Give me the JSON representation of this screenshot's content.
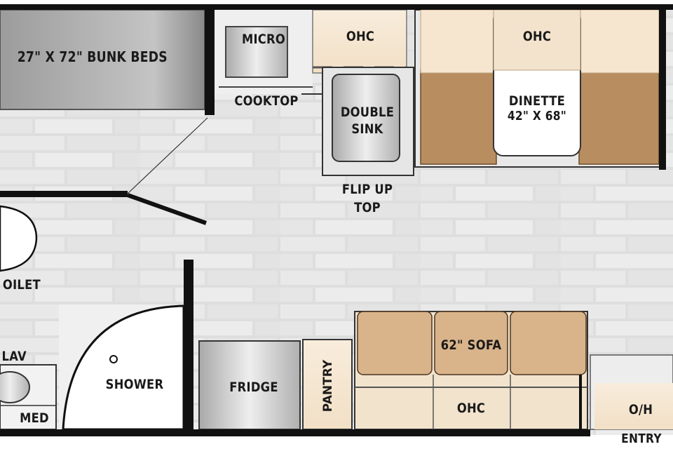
{
  "labels": {
    "bunk_beds": "27\" X 72\" BUNK BEDS",
    "micro": "MICRO",
    "cooktop": "COOKTOP",
    "ohc_kitchen": "OHC",
    "double_sink_1": "DOUBLE",
    "double_sink_2": "SINK",
    "flip_up_1": "FLIP UP",
    "flip_up_2": "TOP",
    "ohc_dinette": "OHC",
    "dinette_1": "DINETTE",
    "dinette_2": "42\" X 68\"",
    "toilet": "OILET",
    "lav": "LAV",
    "med": "MED",
    "shower": "SHOWER",
    "fridge": "FRIDGE",
    "pantry": "PANTRY",
    "sofa": "62\" SOFA",
    "ohc_sofa": "OHC",
    "oh": "O/H",
    "entry": "ENTRY"
  },
  "colors": {
    "floor": "#dcdcdc",
    "wall": "#111111",
    "cabinet_light": "#f6ead8",
    "cushion_dark": "#b88d5f",
    "cushion_mid": "#d9b48a",
    "appliance": "#c9c9c9"
  }
}
